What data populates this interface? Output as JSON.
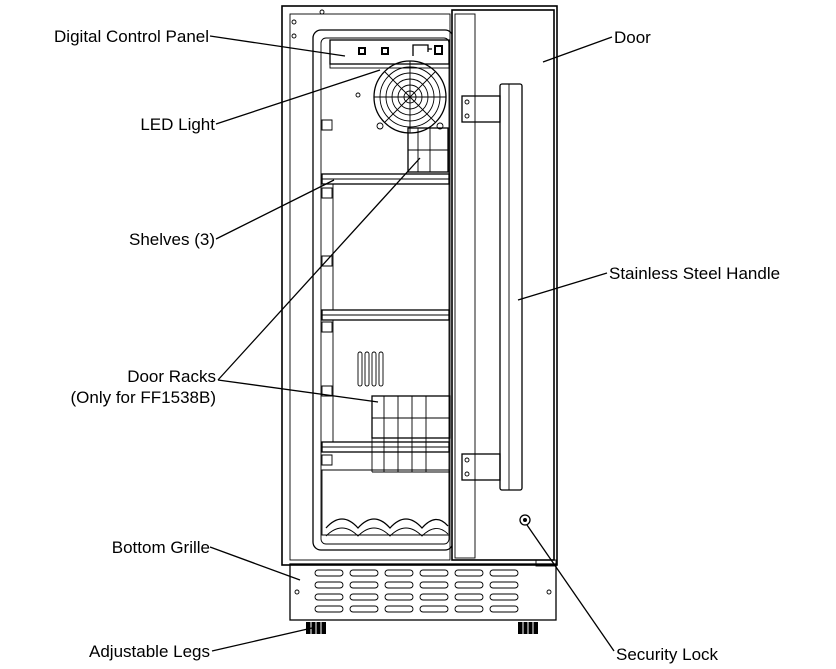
{
  "labels": {
    "control_panel": "Digital Control Panel",
    "led_light": "LED Light",
    "shelves": "Shelves (3)",
    "door_racks_line1": "Door Racks",
    "door_racks_line2": "(Only for FF1538B)",
    "bottom_grille": "Bottom Grille",
    "adjustable_legs": "Adjustable Legs",
    "door": "Door",
    "handle": "Stainless Steel Handle",
    "security_lock": "Security Lock"
  }
}
